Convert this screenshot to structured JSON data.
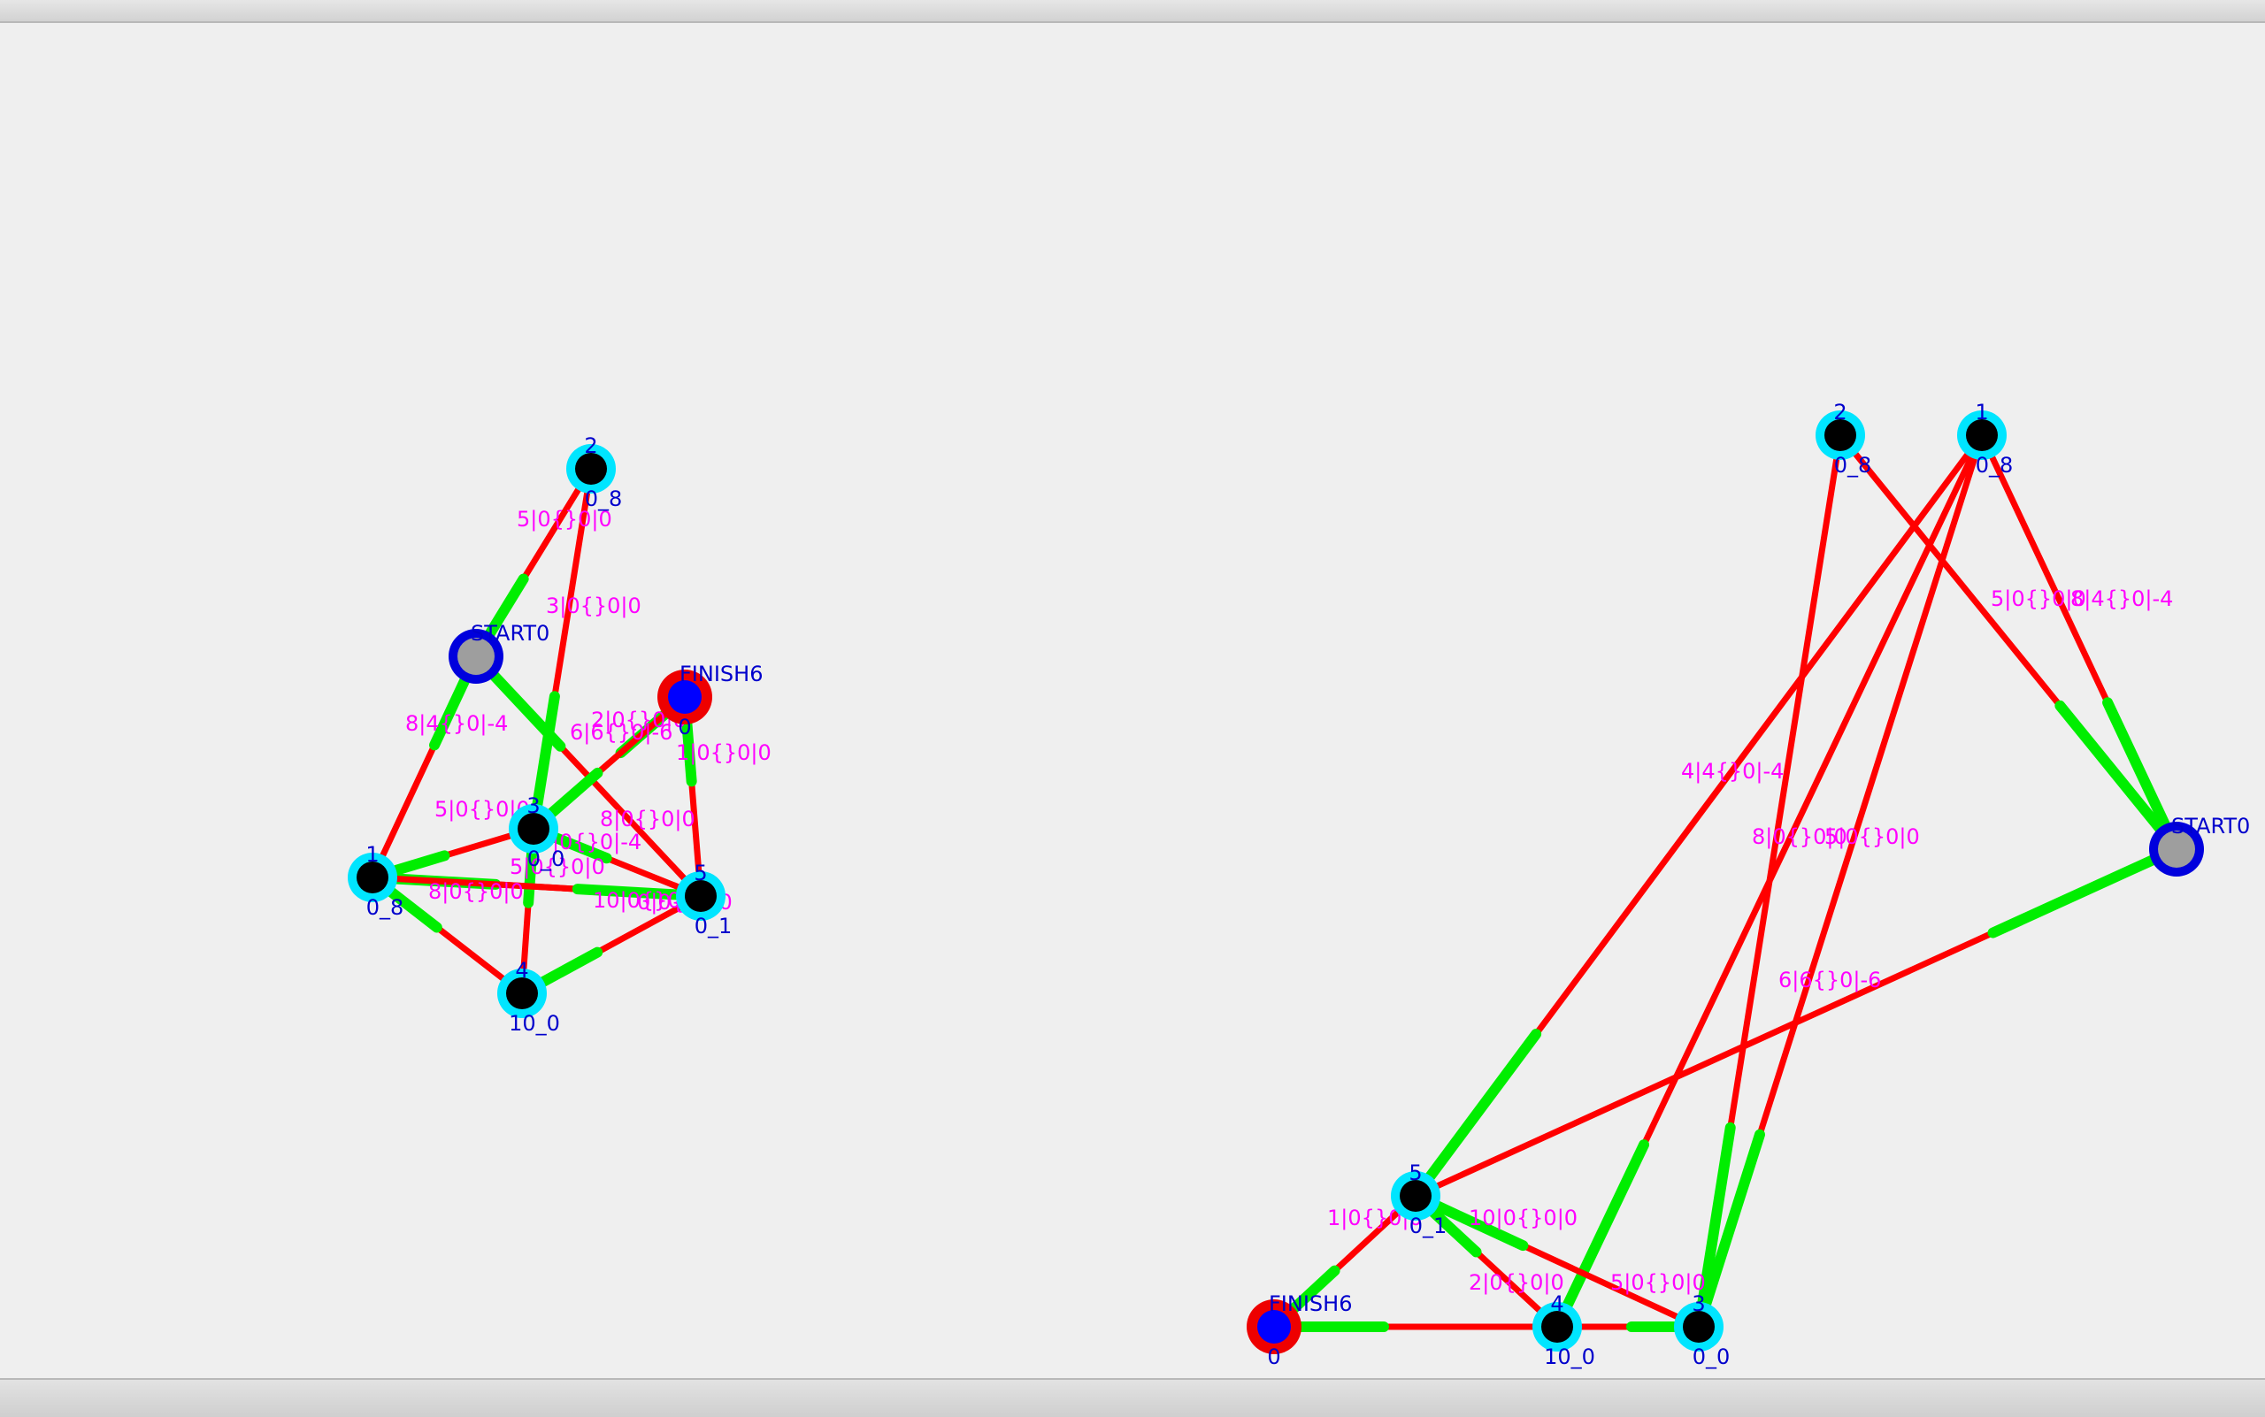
{
  "colors": {
    "edge_red": "#ff0000",
    "edge_green": "#00ee00",
    "node_ring": "#00e5ff",
    "node_core": "#000000",
    "start_ring": "#0000dd",
    "start_core": "#9e9e9e",
    "finish_ring": "#ee0000",
    "finish_core": "#0000ff",
    "edge_label": "#ff00ff",
    "node_label": "#0000cc"
  },
  "graphs": [
    {
      "id": "left-graph",
      "nodes": [
        {
          "id": "n2",
          "kind": "node",
          "label": "2",
          "sub": "0_8"
        },
        {
          "id": "start",
          "kind": "start",
          "label": "START0",
          "sub": ""
        },
        {
          "id": "finish",
          "kind": "finish",
          "label": "FINISH6",
          "sub": "0"
        },
        {
          "id": "n3",
          "kind": "node",
          "label": "3",
          "sub": "0_0"
        },
        {
          "id": "n1",
          "kind": "node",
          "label": "1",
          "sub": "0_8"
        },
        {
          "id": "n5",
          "kind": "node",
          "label": "5",
          "sub": "0_1"
        },
        {
          "id": "n4",
          "kind": "node",
          "label": "4",
          "sub": "10_0"
        }
      ],
      "edges": [
        {
          "from": "start",
          "to": "n2",
          "label": "5|0{}0|0"
        },
        {
          "from": "n3",
          "to": "n2",
          "label": "3|0{}0|0"
        },
        {
          "from": "start",
          "to": "n1",
          "label": "8|4{}0|-4"
        },
        {
          "from": "start",
          "to": "n5",
          "label": "8|0{}0|0"
        },
        {
          "from": "finish",
          "to": "n3",
          "label": "2|0{}0|0"
        },
        {
          "from": "n3",
          "to": "finish",
          "label": "6|6{}0|-6"
        },
        {
          "from": "finish",
          "to": "n5",
          "label": "1|0{}0|0"
        },
        {
          "from": "n1",
          "to": "n3",
          "label": "5|0{}0|0"
        },
        {
          "from": "n3",
          "to": "n5",
          "label": "|0{}0|-4"
        },
        {
          "from": "n3",
          "to": "n4",
          "label": "5|0{}0|0"
        },
        {
          "from": "n1",
          "to": "n5",
          "label": "8|0{}0|0"
        },
        {
          "from": "n5",
          "to": "n1",
          "label": "10|0{}0|0"
        },
        {
          "from": "n1",
          "to": "n4",
          "label": ""
        },
        {
          "from": "n4",
          "to": "n5",
          "label": "0|0{}0|0"
        }
      ]
    },
    {
      "id": "right-graph",
      "nodes": [
        {
          "id": "n2",
          "kind": "node",
          "label": "2",
          "sub": "0_8"
        },
        {
          "id": "n1",
          "kind": "node",
          "label": "1",
          "sub": "0_8"
        },
        {
          "id": "start",
          "kind": "start",
          "label": "START0",
          "sub": ""
        },
        {
          "id": "n5",
          "kind": "node",
          "label": "5",
          "sub": "0_1"
        },
        {
          "id": "finish",
          "kind": "finish",
          "label": "FINISH6",
          "sub": "0"
        },
        {
          "id": "n4",
          "kind": "node",
          "label": "4",
          "sub": "10_0"
        },
        {
          "id": "n3",
          "kind": "node",
          "label": "3",
          "sub": "0_0"
        }
      ],
      "edges": [
        {
          "from": "n3",
          "to": "n2",
          "label": "8|0{}0|0"
        },
        {
          "from": "start",
          "to": "n2",
          "label": "5|0{}0|0"
        },
        {
          "from": "start",
          "to": "n1",
          "label": "8|4{}0|-4"
        },
        {
          "from": "n5",
          "to": "n1",
          "label": "4|4{}0|-4"
        },
        {
          "from": "n4",
          "to": "n1",
          "label": "5|0{}0|0"
        },
        {
          "from": "n3",
          "to": "n1",
          "label": ""
        },
        {
          "from": "start",
          "to": "n5",
          "label": "6|6{}0|-6"
        },
        {
          "from": "finish",
          "to": "n5",
          "label": "1|0{}0|0"
        },
        {
          "from": "n5",
          "to": "n3",
          "label": "10|0{}0|0"
        },
        {
          "from": "n5",
          "to": "n4",
          "label": "2|0{}0|0"
        },
        {
          "from": "n3",
          "to": "n4",
          "label": "5|0{}0|0"
        },
        {
          "from": "finish",
          "to": "n4",
          "label": ""
        }
      ]
    }
  ]
}
